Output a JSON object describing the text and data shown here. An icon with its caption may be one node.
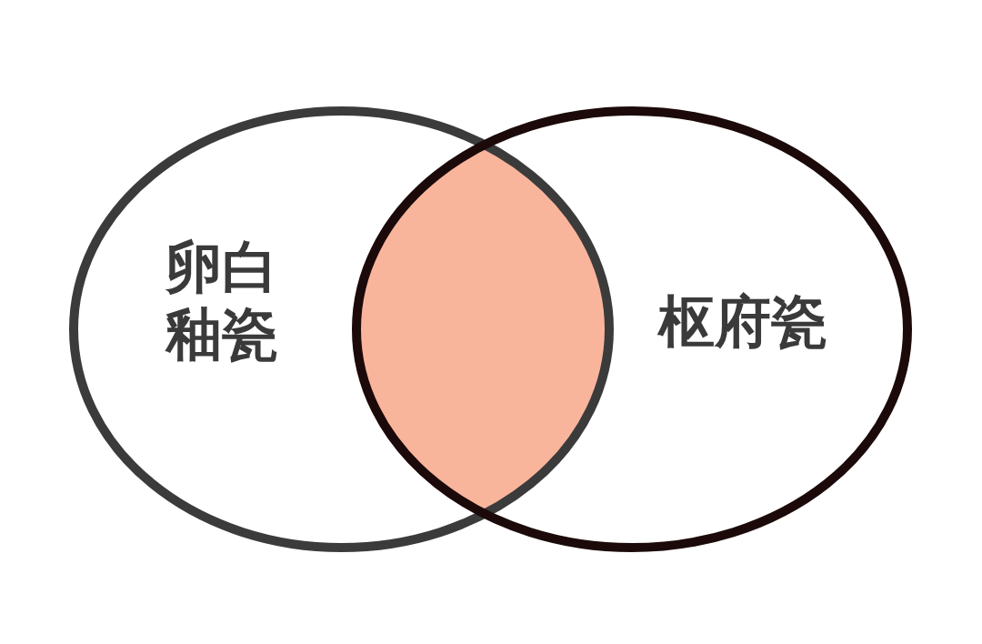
{
  "diagram": {
    "nodes": [
      {
        "text": [
          "卵白釉瓷"
        ]
      },
      {
        "text": [],
        "shape": "lens"
      },
      {
        "text": [
          "枢府瓷"
        ]
      }
    ]
  }
}
